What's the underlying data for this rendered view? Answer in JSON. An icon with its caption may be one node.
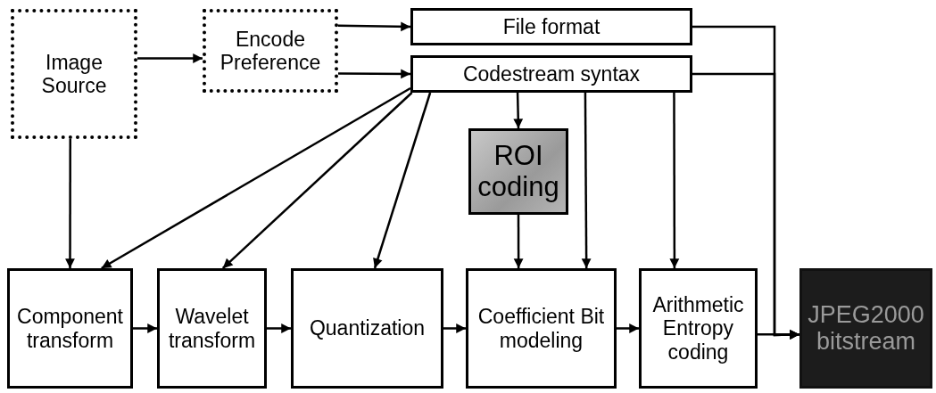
{
  "diagram": {
    "nodes": [
      {
        "text": [
          "Image Source"
        ]
      },
      {
        "text": [
          "Encode Preference"
        ]
      },
      {
        "text": [
          "File format"
        ]
      },
      {
        "text": [
          "Codestream syntax"
        ]
      },
      {
        "text": [
          "ROI coding"
        ]
      },
      {
        "text": [
          "Component transform"
        ]
      },
      {
        "text": [
          "Wavelet transform"
        ]
      },
      {
        "text": [
          "Quantization"
        ]
      },
      {
        "text": [
          "Coefficient Bit modeling"
        ]
      },
      {
        "text": [
          "Arithmetic Entropy coding"
        ]
      },
      {
        "text": [
          "JPEG2000 bitstream"
        ]
      }
    ],
    "edges": [
      {
        "from": 0,
        "to": 1,
        "arrow": "to"
      },
      {
        "from": 1,
        "to": 2,
        "arrow": "to"
      },
      {
        "from": 1,
        "to": 3,
        "arrow": "to"
      },
      {
        "from": 0,
        "to": 5,
        "arrow": "to"
      },
      {
        "from": 3,
        "to": 5,
        "arrow": "to"
      },
      {
        "from": 3,
        "to": 6,
        "arrow": "to"
      },
      {
        "from": 3,
        "to": 7,
        "arrow": "to"
      },
      {
        "from": 3,
        "to": 4,
        "arrow": "to"
      },
      {
        "from": 4,
        "to": 8,
        "arrow": "to"
      },
      {
        "from": 3,
        "to": 8,
        "arrow": "to"
      },
      {
        "from": 3,
        "to": 9,
        "arrow": "to"
      },
      {
        "from": 2,
        "to": 10,
        "arrow": "to"
      },
      {
        "from": 3,
        "to": 10,
        "arrow": "to"
      },
      {
        "from": 5,
        "to": 6,
        "arrow": "to"
      },
      {
        "from": 6,
        "to": 7,
        "arrow": "to"
      },
      {
        "from": 7,
        "to": 8,
        "arrow": "to"
      },
      {
        "from": 8,
        "to": 9,
        "arrow": "to"
      },
      {
        "from": 9,
        "to": 10,
        "arrow": "to"
      }
    ]
  }
}
